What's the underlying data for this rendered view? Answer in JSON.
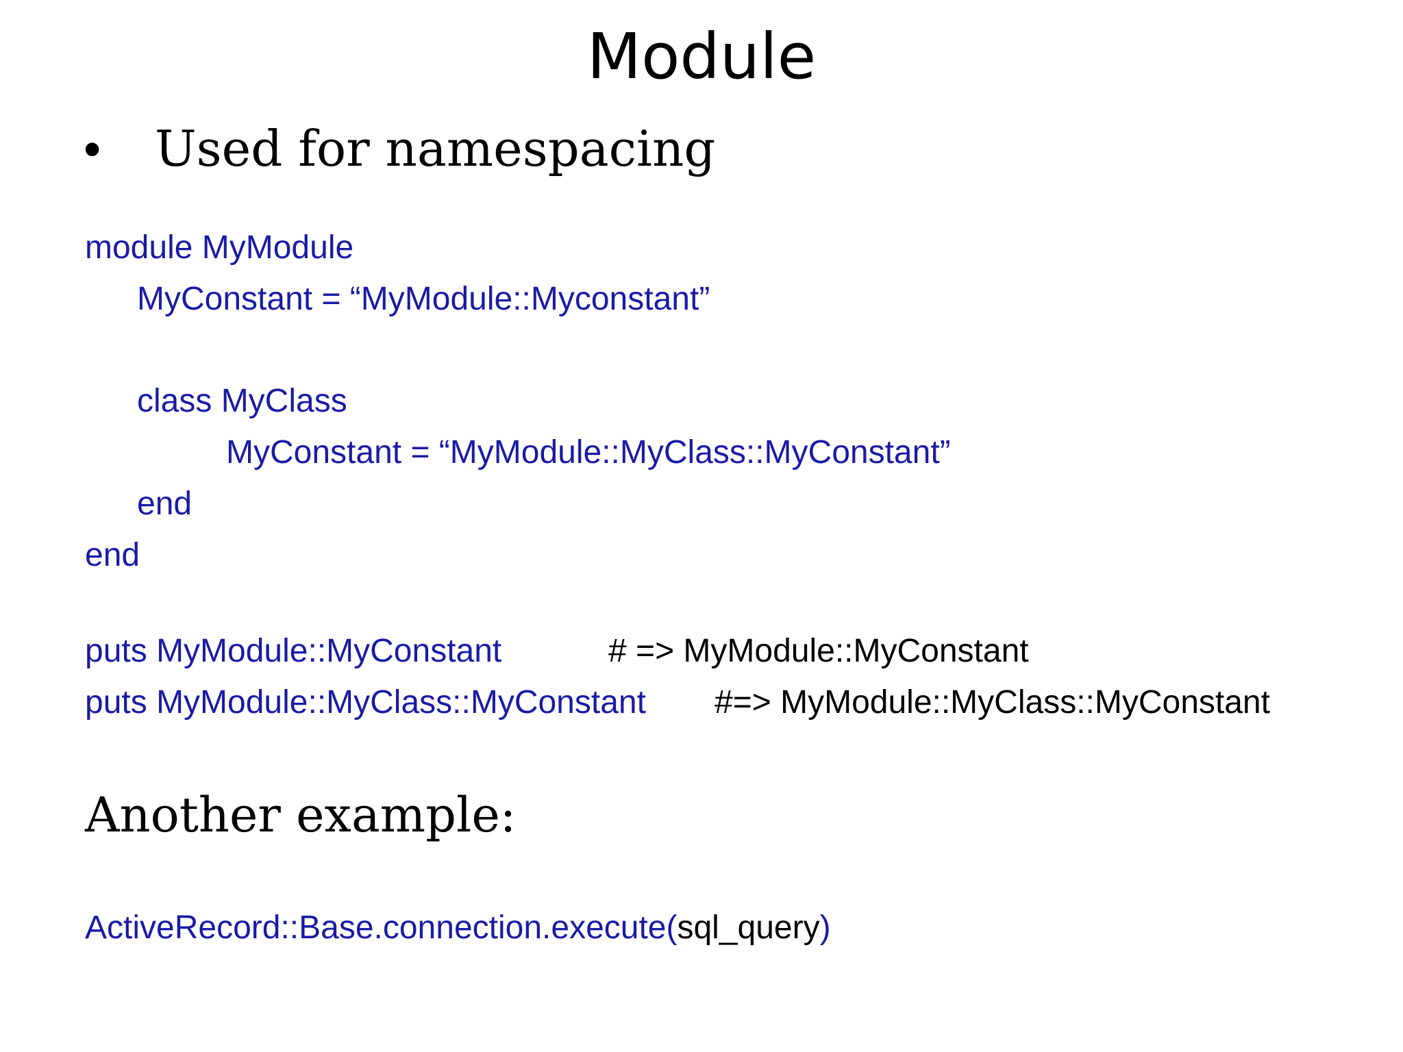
{
  "slide": {
    "title": "Module",
    "bullet_symbol": "•",
    "bullet_text": "Used for namespacing",
    "code_block": {
      "line1": "module MyModule",
      "line2": "MyConstant = “MyModule::Myconstant”",
      "line3": "class MyClass",
      "line4": "MyConstant = “MyModule::MyClass::MyConstant”",
      "line5": "end",
      "line6": "end"
    },
    "puts_lines": [
      {
        "code": "puts MyModule::MyConstant",
        "comment": "# => MyModule::MyConstant"
      },
      {
        "code": "puts MyModule::MyClass::MyConstant",
        "comment": "#=> MyModule::MyClass::MyConstant"
      }
    ],
    "subheading": "Another example:",
    "example": {
      "prefix": "ActiveRecord::Base.connection.execute(",
      "argument": "sql_query",
      "suffix": ")"
    }
  },
  "colors": {
    "code": "#1a1aa6",
    "text": "#000000",
    "background": "#ffffff"
  }
}
